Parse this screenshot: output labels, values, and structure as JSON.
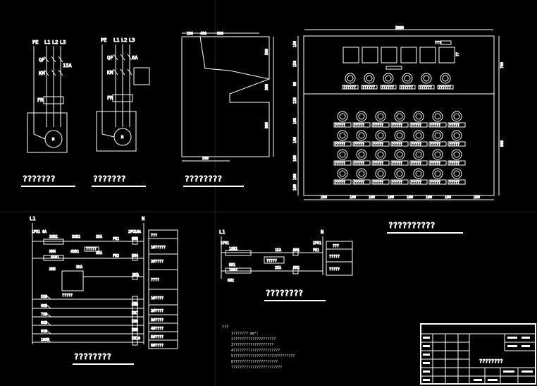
{
  "colors": {
    "background": "#000000",
    "line": "#ffffff",
    "grid": "#2a2a2a"
  },
  "motor1": {
    "labels": [
      "PE",
      "L1",
      "L2",
      "L3",
      "QF",
      "15A",
      "KM",
      "FR",
      "M"
    ],
    "caption": "???????"
  },
  "motor2": {
    "labels": [
      "PE",
      "L1",
      "L2",
      "L3",
      "QF",
      "6A",
      "KM",
      "FR",
      "M"
    ],
    "caption": "???????"
  },
  "side_view": {
    "dims_top": [
      "200",
      "400",
      "800"
    ],
    "dims_right": [
      "500",
      "300",
      "900"
    ],
    "dim_bottom": "500",
    "caption": "????????"
  },
  "panel_front": {
    "width_label": "3000",
    "meter_label": "???",
    "meter_dim": "77",
    "meter_small_label": "???",
    "left_dims": [
      "150",
      "150",
      "80",
      "120",
      "100",
      "100",
      "100",
      "100",
      "100"
    ],
    "right_dims_top": "700",
    "right_dims_bottom": "800",
    "bottom_dims": [
      "280",
      "100",
      "100",
      "100",
      "100",
      "100",
      "100",
      "280"
    ],
    "button_label": "?????",
    "meter_tag": "??????"
  },
  "title_placeholder": {
    "caption": "??????????"
  },
  "control_left": {
    "labels": {
      "L1": "L1",
      "N": "N",
      "fu1": "1FU1 6A",
      "fu2": "2FU16A",
      "sb1": "3SB1",
      "sb2": "3SB2",
      "ka1": "3KA",
      "fr2": "FR2",
      "km3": "KM3",
      "km4_left": "KM4",
      "sb3": "4SB2",
      "sb4": "4SB1",
      "ka2": "3KA",
      "fr3": "FR3",
      "km4": "KM4",
      "km5_left": "KM5",
      "ka3": "3KA",
      "ka_coil": "3KA",
      "sb5": "5SB",
      "sb6": "6SB",
      "sb7": "7SB",
      "sb8": "8SB",
      "sb9": "9SB",
      "sb10": "10SB",
      "km6": "KM6",
      "km7": "KM7",
      "km8": "KM8",
      "km9": "KM9",
      "km10": "KM10",
      "small_label": "?????",
      "tag": "?????"
    },
    "table": [
      "???",
      "1#?????",
      "2#????",
      "????",
      "1#????",
      "2#????",
      "3#????",
      "4#????",
      "5#????",
      "6#????"
    ],
    "caption": "????????"
  },
  "control_right": {
    "labels": {
      "L1": "L1",
      "N": "N",
      "fu1": "1FU1",
      "fu2": "2FU1",
      "sb1": "1SB1",
      "sb2": "1SB2",
      "ka1": "1KA",
      "ka2": "2KA",
      "fr1": "FR1",
      "km1": "KM1",
      "km2": "KM2",
      "km1_side": "KM1",
      "km2_side": "KM2",
      "box": "?????"
    },
    "table": [
      "???",
      "?????",
      "?????"
    ],
    "caption": "????????"
  },
  "notes": {
    "heading": "???",
    "lines": [
      "1??????? mm²;",
      "2????????????????????",
      "3???????????????????",
      "4??????????????????????",
      "5?????????????????????????????",
      "6?????????????????????",
      "7???????????????????????"
    ]
  },
  "title_block": {
    "title": "????????"
  }
}
